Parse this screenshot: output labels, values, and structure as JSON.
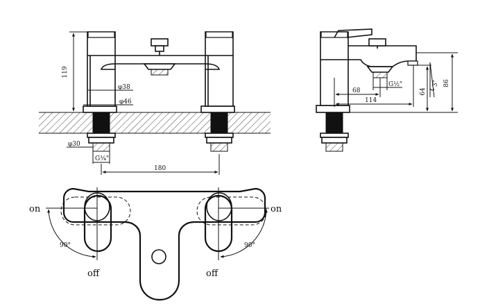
{
  "front_view": {
    "dim_height": "119",
    "dim_d38": "φ38",
    "dim_d46": "φ46",
    "dim_d30": "φ30",
    "dim_thread": "G¾\"",
    "dim_spacing": "180"
  },
  "side_view": {
    "dim_68": "68",
    "dim_114": "114",
    "dim_64": "64",
    "dim_86": "86",
    "dim_thread": "G½\"",
    "dim_angle": "3°"
  },
  "top_view": {
    "left_on": "on",
    "right_on": "on",
    "left_off": "off",
    "right_off": "off",
    "left_angle": "90°",
    "right_angle": "90°"
  },
  "colors": {
    "line": "#111111",
    "background": "#ffffff"
  }
}
